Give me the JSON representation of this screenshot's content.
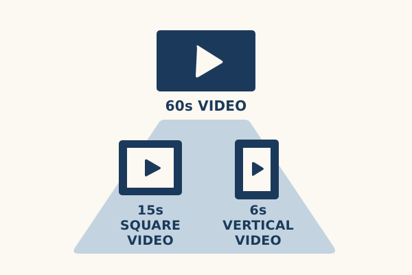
{
  "diagram": {
    "main": {
      "label": "60s VIDEO",
      "icon": "play-icon"
    },
    "derived": [
      {
        "lines": [
          "15s",
          "SQUARE",
          "VIDEO"
        ],
        "icon": "square-video-icon"
      },
      {
        "lines": [
          "6s",
          "VERTICAL",
          "VIDEO"
        ],
        "icon": "vertical-video-icon"
      }
    ],
    "colors": {
      "background": "#fcf8f2",
      "primary": "#1b3a5b",
      "trapezoid": "#c3d4e0"
    }
  }
}
